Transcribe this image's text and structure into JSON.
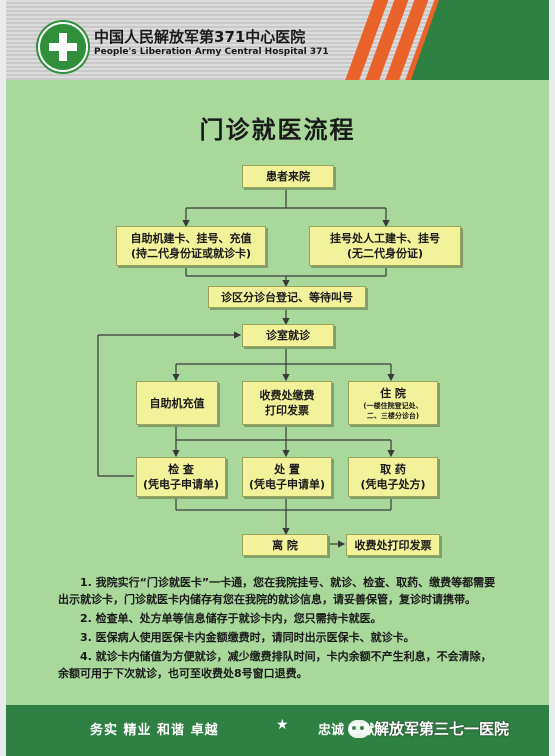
{
  "header": {
    "hospital_cn": "中国人民解放军第371中心医院",
    "hospital_en": "People's Liberation Army Central Hospital 371",
    "logo_icon": "hospital-emblem-icon"
  },
  "title": "门诊就医流程",
  "flow": {
    "arrive": "患者来院",
    "self_service": {
      "line1": "自助机建卡、挂号、充值",
      "line2": "(持二代身份证或就诊卡)"
    },
    "manual": {
      "line1": "挂号处人工建卡、挂号",
      "line2": "(无二代身份证)"
    },
    "triage": "诊区分诊台登记、等待叫号",
    "consult": "诊室就诊",
    "recharge": "自助机充值",
    "payment": {
      "line1": "收费处缴费",
      "line2": "打印发票"
    },
    "inpatient": {
      "line1": "住   院",
      "line2": "(一楼住院登记处、",
      "line3": "二、三楼分诊台)"
    },
    "exam": {
      "line1": "检   查",
      "line2": "(凭电子申请单)"
    },
    "treatment": {
      "line1": "处   置",
      "line2": "(凭电子申请单)"
    },
    "medicine": {
      "line1": "取   药",
      "line2": "(凭电子处方)"
    },
    "leave": "离   院",
    "invoice": "收费处打印发票"
  },
  "notes": [
    "1. 我院实行“门诊就医卡”一卡通，您在我院挂号、就诊、检查、取药、缴费等都需要出示就诊卡，门诊就医卡内储存有您在我院的就诊信息，请妥善保管，复诊时请携带。",
    "2. 检查单、处方单等信息储存于就诊卡内，您只需持卡就医。",
    "3. 医保病人使用医保卡内金额缴费时，请同时出示医保卡、就诊卡。",
    "4. 就诊卡内储值为方便就诊，减少缴费排队时间，卡内余额不产生利息，不会清除，余额可用于下次就诊，也可至收费处8号窗口退费。"
  ],
  "footer": {
    "motto": "务实  精业  和谐  卓越",
    "star": "★",
    "motto2": "忠诚  奉献",
    "watermark": "解放军第三七一医院",
    "watermark_icon": "wechat-icon"
  },
  "colors": {
    "background": "#a8d89a",
    "box_fill": "#f2f29a",
    "footer": "#2f8043",
    "accent_stripes": "#e8622a"
  }
}
